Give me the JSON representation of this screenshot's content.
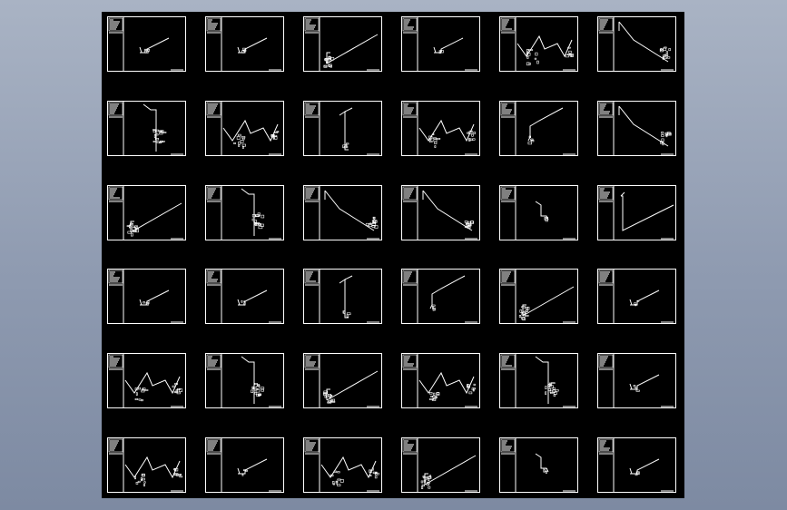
{
  "colors": {
    "background": "#8e9ab0",
    "model_space": "#000000",
    "linework": "#ffffff"
  },
  "sheet_grid": {
    "rows": 6,
    "columns": 6
  },
  "sheets": [
    {
      "sketch": "short-diagonal"
    },
    {
      "sketch": "short-diagonal"
    },
    {
      "sketch": "long-diagonal-cluster"
    },
    {
      "sketch": "short-diagonal"
    },
    {
      "sketch": "zigzag-cluster"
    },
    {
      "sketch": "descending-diagonal-cluster"
    },
    {
      "sketch": "vertical-cluster"
    },
    {
      "sketch": "zigzag-cluster"
    },
    {
      "sketch": "vertical-step"
    },
    {
      "sketch": "zigzag-cluster"
    },
    {
      "sketch": "diagonal-drop"
    },
    {
      "sketch": "descending-diagonal-cluster"
    },
    {
      "sketch": "long-diagonal-cluster"
    },
    {
      "sketch": "vertical-cluster"
    },
    {
      "sketch": "descending-diagonal-cluster"
    },
    {
      "sketch": "descending-diagonal-cluster"
    },
    {
      "sketch": "small-step"
    },
    {
      "sketch": "v-diagonal"
    },
    {
      "sketch": "short-diagonal"
    },
    {
      "sketch": "short-diagonal"
    },
    {
      "sketch": "vertical-step"
    },
    {
      "sketch": "diagonal-drop"
    },
    {
      "sketch": "long-diagonal-cluster"
    },
    {
      "sketch": "short-diagonal"
    },
    {
      "sketch": "zigzag-cluster"
    },
    {
      "sketch": "vertical-cluster"
    },
    {
      "sketch": "long-diagonal-cluster"
    },
    {
      "sketch": "zigzag-cluster"
    },
    {
      "sketch": "vertical-cluster"
    },
    {
      "sketch": "short-diagonal"
    },
    {
      "sketch": "zigzag-cluster"
    },
    {
      "sketch": "short-diagonal"
    },
    {
      "sketch": "zigzag-cluster"
    },
    {
      "sketch": "long-diagonal-cluster"
    },
    {
      "sketch": "small-step"
    },
    {
      "sketch": "short-diagonal"
    }
  ]
}
